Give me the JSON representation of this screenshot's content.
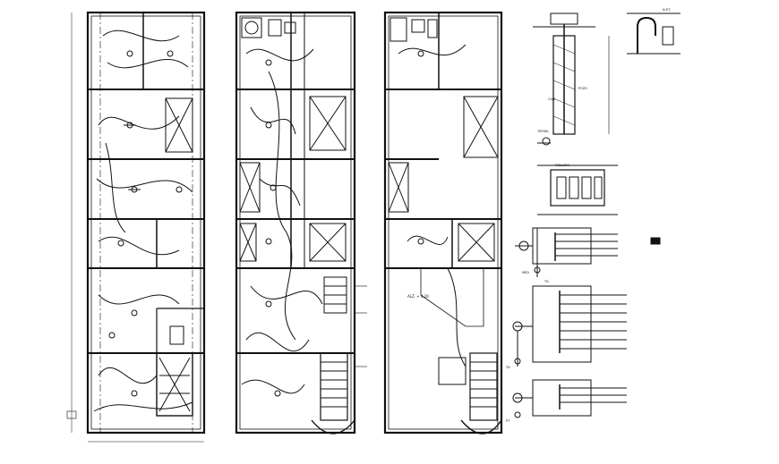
{
  "drawing": {
    "kind": "electrical installation floor plans (CAD)",
    "line_color": "#111111",
    "background": "#ffffff",
    "plans": [
      {
        "id": "plan-1",
        "room_labels": []
      },
      {
        "id": "plan-2",
        "room_labels": []
      },
      {
        "id": "plan-3",
        "room_labels": [
          "ALZ. + 4.20"
        ]
      }
    ],
    "detail_labels": [
      "CAJA",
      "TIERRA",
      "POZO",
      "TABLERO",
      "N.P.T."
    ],
    "schedule_marks": [
      "MED",
      "TG",
      "TD",
      "PT"
    ]
  }
}
